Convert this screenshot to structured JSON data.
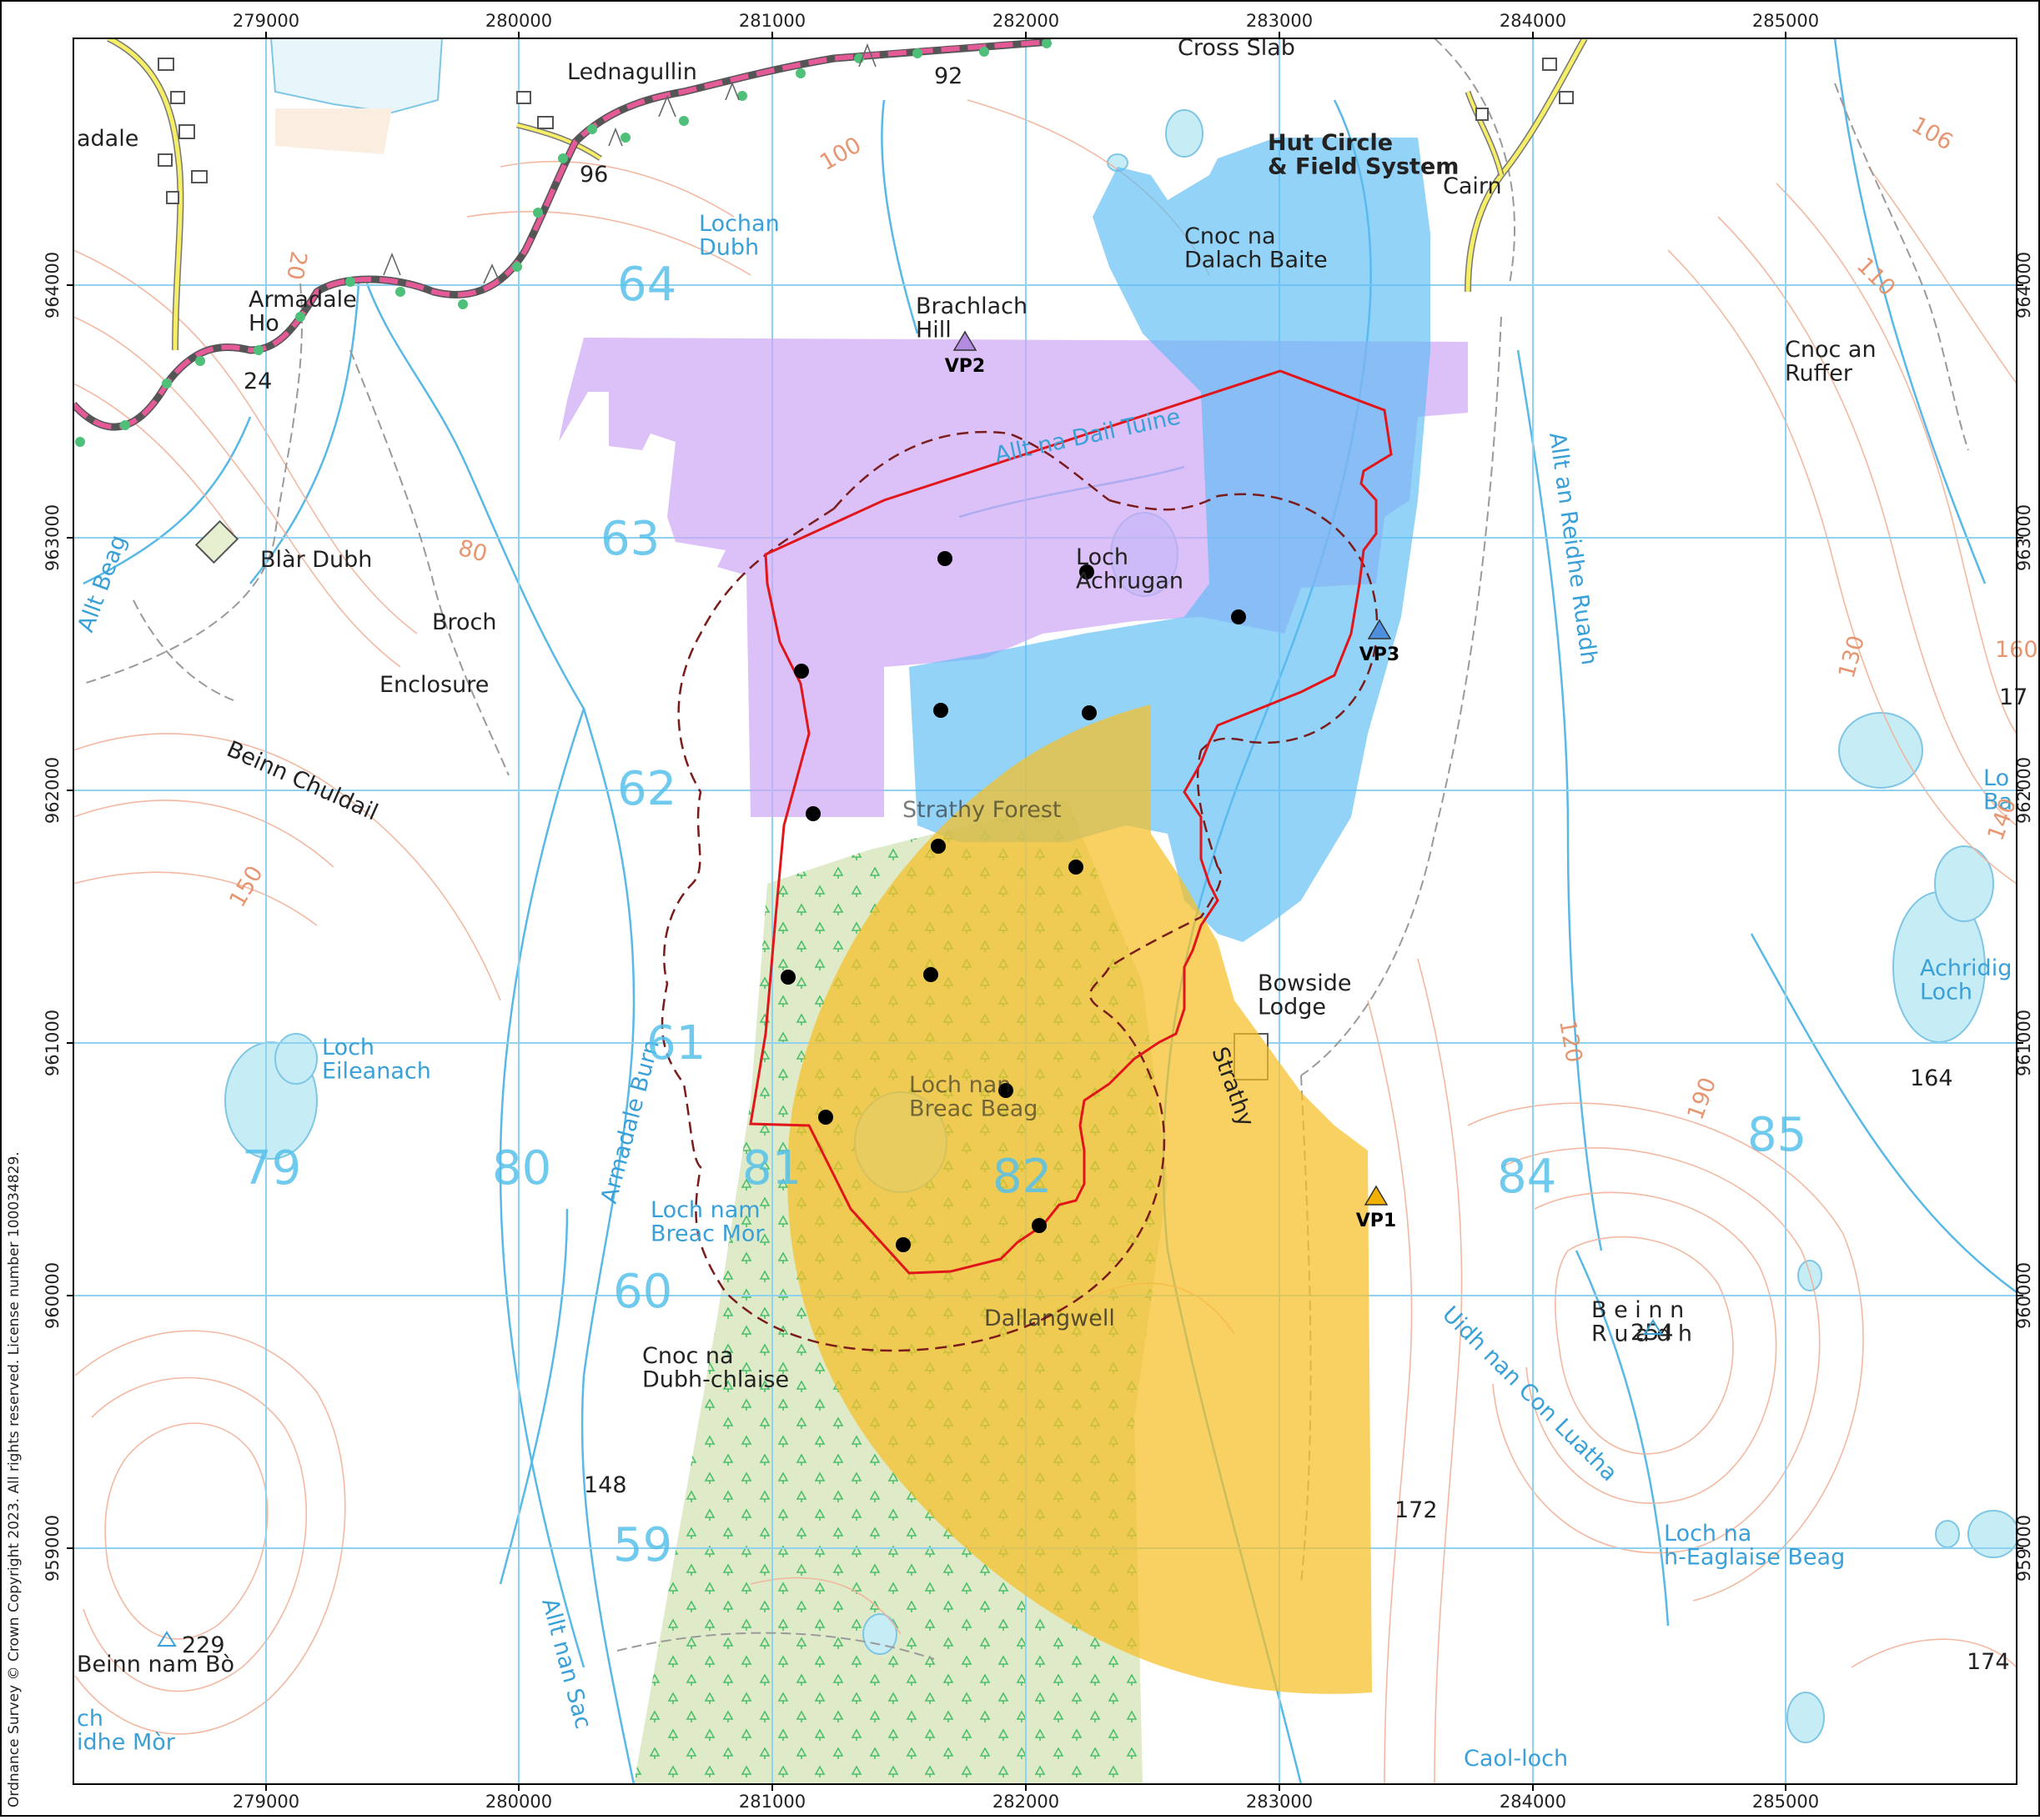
{
  "copyright": "Ordnance Survey © Crown Copyright 2023. All rights reserved. License number 100034829.",
  "x_ticks": [
    "279000",
    "280000",
    "281000",
    "282000",
    "283000",
    "284000",
    "285000"
  ],
  "y_ticks": [
    "964000",
    "963000",
    "962000",
    "961000",
    "960000",
    "959000"
  ],
  "grid_numbers": [
    {
      "text": "64"
    },
    {
      "text": "63"
    },
    {
      "text": "62"
    },
    {
      "text": "61"
    },
    {
      "text": "60"
    },
    {
      "text": "59"
    },
    {
      "text": "79"
    },
    {
      "text": "80"
    },
    {
      "text": "81"
    },
    {
      "text": "82"
    },
    {
      "text": "84"
    },
    {
      "text": "85"
    }
  ],
  "places": {
    "lednagullin": "Lednagullin",
    "adale": "adale",
    "armadale_ho": "Armadale\nHo",
    "lochan_dubh": "Lochan\nDubh",
    "brachlach_hill": "Brachlach\nHill",
    "cross_slab": "Cross Slab",
    "hut_circle": "Hut Circle\n& Field System",
    "cairn": "Cairn",
    "cnoc_dalach": "Cnoc na\nDalach Baite",
    "cnoc_ruffer": "Cnoc an\nRuffer",
    "blar_dubh": "Blàr Dubh",
    "broch": "Broch",
    "enclosure": "Enclosure",
    "beinn_chuldail": "Beinn Chuldail",
    "loch_achrugan": "Loch\nAchrugan",
    "strathy_forest": "Strathy Forest",
    "allt_dail_tuine": "Allt na Dail Tuine",
    "bowside_lodge": "Bowside\nLodge",
    "loch_eileanach": "Loch\nEileanach",
    "armadale_burn": "Armadale Burn",
    "loch_breac_beag": "Loch nan\nBreac Beag",
    "loch_breac_mor": "Loch nam\nBreac Mor",
    "cnoc_dubh": "Cnoc na\nDubh-chlaise",
    "dallangwell": "Dallangwell",
    "strathy": "Strathy",
    "beinn_ruadh": "B e i n n\nR u a d h",
    "uidh_luatha": "Uidh nan Con Luatha",
    "loch_eaglaise": "Loch na\nh-Eaglaise Beag",
    "allt_reidhe": "Allt an Reidhe Ruadh",
    "allt_beag": "Allt Beag",
    "allt_sac": "Allt nan Sac",
    "achridig": "Achridig\nLoch",
    "caol_loch": "Caol-loch",
    "beinn_bo": "Beinn nam Bò",
    "ch_mor": "ch\nidhe Mòr",
    "lo_ba": "Lo\nBa"
  },
  "spot_heights": [
    {
      "text": "92"
    },
    {
      "text": "96"
    },
    {
      "text": "24"
    },
    {
      "text": "148"
    },
    {
      "text": "172"
    },
    {
      "text": "164"
    },
    {
      "text": "254"
    },
    {
      "text": "229"
    },
    {
      "text": "174"
    },
    {
      "text": "17"
    }
  ],
  "contour_labels": [
    {
      "text": "100"
    },
    {
      "text": "80"
    },
    {
      "text": "150"
    },
    {
      "text": "130"
    },
    {
      "text": "120"
    },
    {
      "text": "110"
    },
    {
      "text": "140"
    },
    {
      "text": "106"
    },
    {
      "text": "160"
    },
    {
      "text": "190"
    },
    {
      "text": "20"
    }
  ],
  "viewpoints": [
    {
      "label": "VP1",
      "color": "#f2b100"
    },
    {
      "label": "VP2",
      "color": "#b38be0"
    },
    {
      "label": "VP3",
      "color": "#4f8fe0"
    }
  ],
  "colors": {
    "site_boundary": "#e0161a",
    "buffer": "#7a1c1c",
    "vp1_area": "#f6bf26",
    "vp2_area": "#cfa8f5",
    "vp3_area": "#5bbcf5",
    "forest": "#dbe8c0",
    "grid": "#7fcdee",
    "contour": "#f0a98a",
    "road_minor": "#f5ee66",
    "railway_path": "#e0609a"
  },
  "turbines": [
    {
      "id": 1
    },
    {
      "id": 2
    },
    {
      "id": 3
    },
    {
      "id": 4
    },
    {
      "id": 5
    },
    {
      "id": 6
    },
    {
      "id": 7
    },
    {
      "id": 8
    },
    {
      "id": 9
    },
    {
      "id": 10
    },
    {
      "id": 11
    },
    {
      "id": 12
    },
    {
      "id": 13
    },
    {
      "id": 14
    },
    {
      "id": 15
    }
  ]
}
